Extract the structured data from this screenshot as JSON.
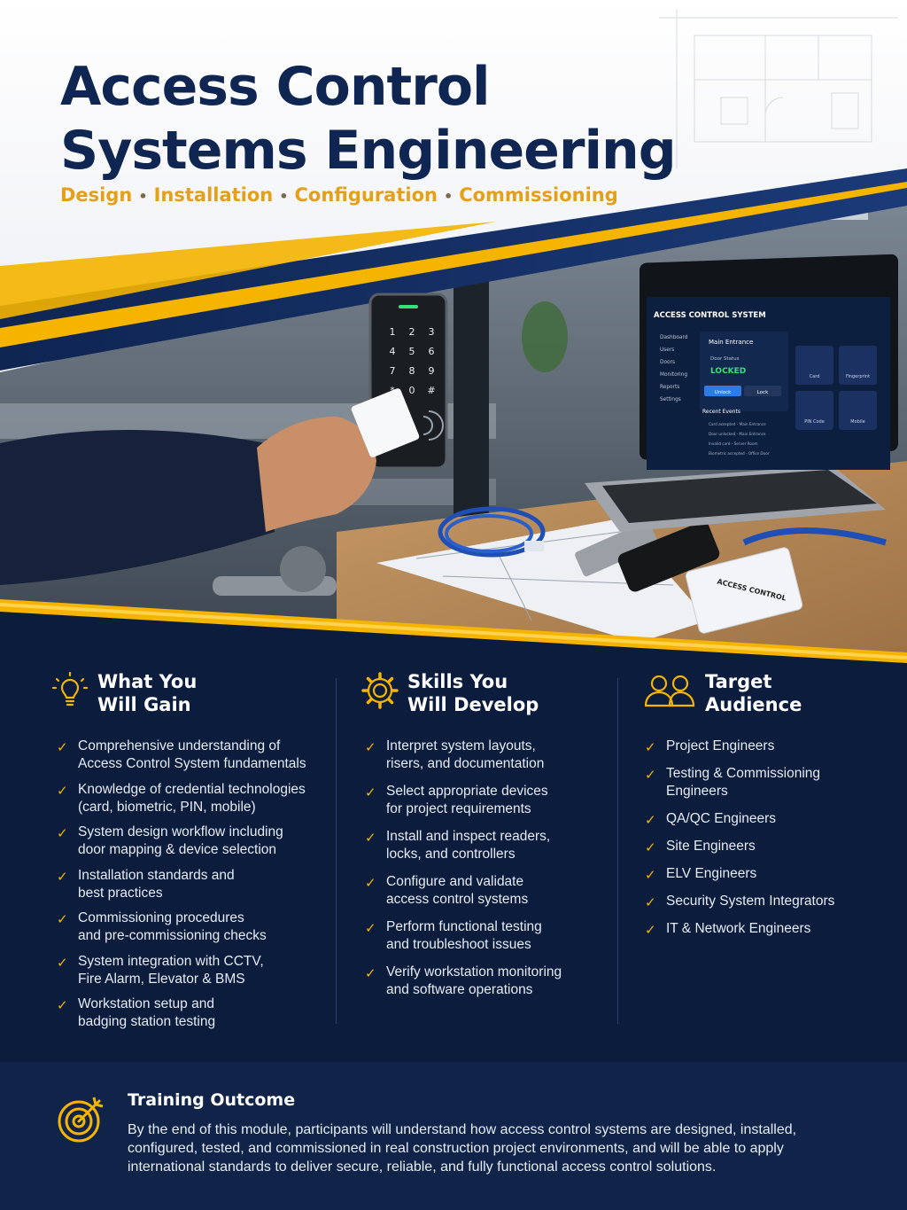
{
  "header": {
    "title": "Access Control Systems Engineering",
    "subtitle_items": [
      "Design",
      "Installation",
      "Configuration",
      "Commissioning"
    ]
  },
  "colors": {
    "navy": "#0f2552",
    "gold": "#e3a01b",
    "accent_yellow": "#f4b400",
    "dark_bg": "#0b1c3d"
  },
  "laptop": {
    "app_title": "ACCESS CONTROL SYSTEM",
    "nav": [
      "Dashboard",
      "Users",
      "Doors",
      "Monitoring",
      "Reports",
      "Settings"
    ],
    "panel_title": "Main Entrance",
    "door_status_label": "Door Status",
    "door_status_value": "LOCKED",
    "unlock_label": "Unlock",
    "lock_label": "Lock",
    "events_title": "Recent Events",
    "events": [
      "Card accepted - Main Entrance",
      "Door unlocked - Main Entrance",
      "Invalid card - Server Room",
      "Biometric accepted - Office Door"
    ],
    "tiles": [
      "Card",
      "Fingerprint",
      "PIN Code",
      "Mobile"
    ]
  },
  "keypad": [
    "1",
    "2",
    "3",
    "4",
    "5",
    "6",
    "7",
    "8",
    "9",
    "*",
    "0",
    "#"
  ],
  "badge_text": "ACCESS CONTROL",
  "columns": [
    {
      "icon": "lightbulb-icon",
      "title": "What You\nWill Gain",
      "items": [
        "Comprehensive understanding of\nAccess Control System fundamentals",
        "Knowledge of credential technologies\n(card, biometric, PIN, mobile)",
        "System design workflow including\ndoor mapping & device selection",
        "Installation standards and\nbest practices",
        "Commissioning procedures\nand pre-commissioning checks",
        "System integration with CCTV,\nFire Alarm, Elevator & BMS",
        "Workstation setup and\nbadging station testing"
      ]
    },
    {
      "icon": "gear-icon",
      "title": "Skills You\nWill Develop",
      "items": [
        "Interpret system layouts,\nrisers, and documentation",
        "Select appropriate devices\nfor project requirements",
        "Install and inspect readers,\nlocks, and controllers",
        "Configure and validate\naccess control systems",
        "Perform functional testing\nand troubleshoot issues",
        "Verify workstation monitoring\nand software operations"
      ]
    },
    {
      "icon": "users-icon",
      "title": "Target\nAudience",
      "items": [
        "Project Engineers",
        "Testing & Commissioning\nEngineers",
        "QA/QC Engineers",
        "Site Engineers",
        "ELV Engineers",
        "Security System Integrators",
        "IT & Network Engineers"
      ]
    }
  ],
  "outcome": {
    "icon": "target-icon",
    "title": "Training Outcome",
    "text": "By the end of this module, participants will understand how access control systems are designed, installed, configured, tested, and commissioned in real construction project environments, and will be able to apply international standards to deliver secure, reliable, and fully functional access control solutions."
  }
}
